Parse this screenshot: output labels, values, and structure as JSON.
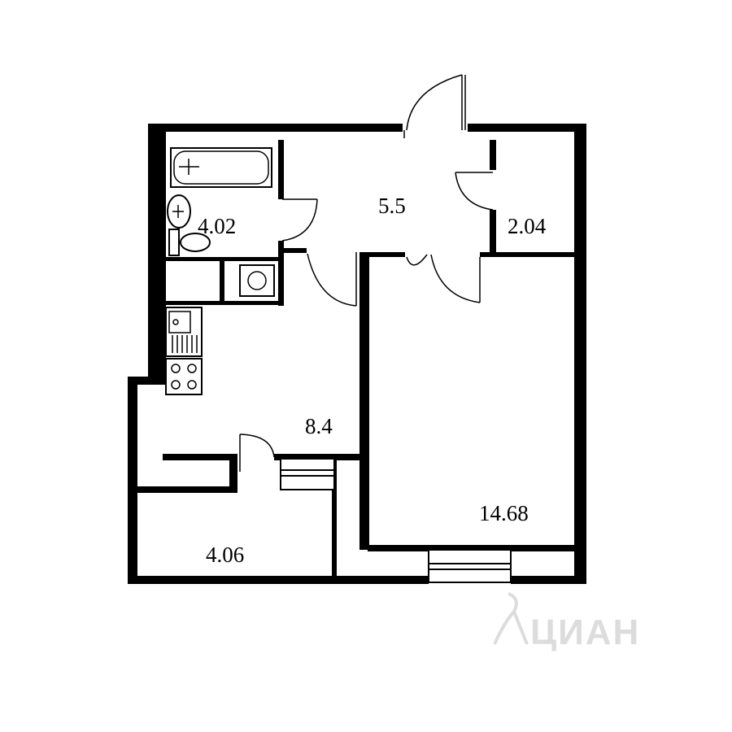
{
  "rooms": {
    "bathroom": {
      "area": "4.02"
    },
    "hallway": {
      "area": "5.5"
    },
    "storage": {
      "area": "2.04"
    },
    "kitchen": {
      "area": "8.4"
    },
    "living_room": {
      "area": "14.68"
    },
    "balcony": {
      "area": "4.06"
    }
  },
  "watermark": {
    "text": "ЦИАН"
  }
}
